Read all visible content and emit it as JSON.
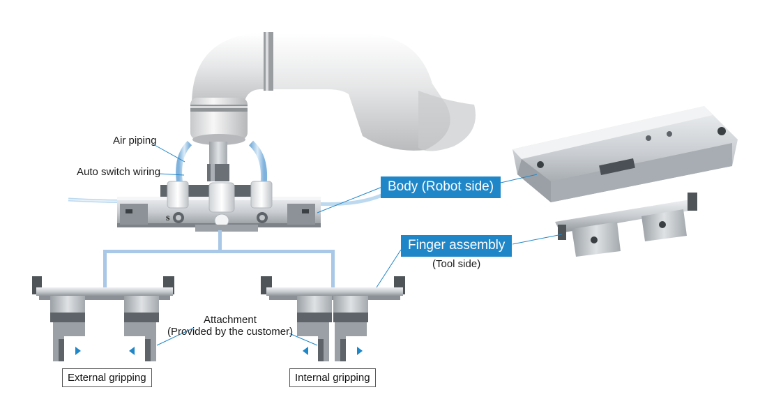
{
  "labels": {
    "air_piping": "Air piping",
    "auto_switch_wiring": "Auto switch wiring",
    "body_robot_side": "Body (Robot side)",
    "finger_assembly": "Finger assembly",
    "tool_side": "(Tool side)",
    "attachment": "Attachment",
    "provided_by_customer": "(Provided by the customer)",
    "external_gripping": "External gripping",
    "internal_gripping": "Internal gripping",
    "body_marking": "s"
  },
  "colors": {
    "callout_blue": "#1f86c8",
    "tube_blue": "#9cc6e6",
    "connector_blue": "#a9c7e6",
    "arrow_blue": "#1f86c8",
    "metal_light": "#d9dde0",
    "metal_mid": "#aeb4b9",
    "metal_dark": "#5d6368",
    "robot_white": "#e9eaeb"
  }
}
